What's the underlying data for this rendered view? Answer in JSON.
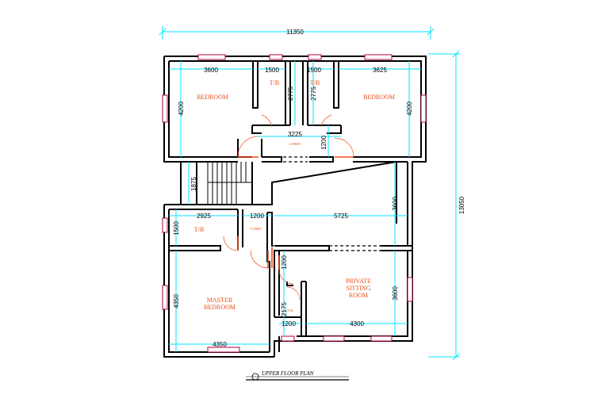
{
  "plan": {
    "title": "UPPER FLOOR PLAN",
    "overall": {
      "width": "11350",
      "depth": "13050"
    },
    "rooms": {
      "bedroom_left": "BEDROOM",
      "bedroom_right": "BEDROOM",
      "tb_1": "T/B",
      "tb_2": "T/B",
      "tb_3": "T/B",
      "lobby_top": "LOBBY",
      "lobby_mid": "LOBBY",
      "master_line1": "MASTER",
      "master_line2": "BEDROOM",
      "private_line1": "PRIVATE",
      "private_line2": "SITTING",
      "private_line3": "ROOM",
      "toilet": "TOL"
    },
    "dimensions": {
      "d3600_top": "3600",
      "d1500_a": "1500",
      "d1500_b": "1500",
      "d3625": "3625",
      "d4200_left": "4200",
      "d4200_right": "4200",
      "d2775_a": "2775",
      "d2775_b": "2775",
      "d3225": "3225",
      "d1200_lobby": "1200",
      "d1875": "1875",
      "d2925": "2925",
      "d1200_mid": "1200",
      "d5725": "5725",
      "d1500_left": "1500",
      "d3600_right_a": "3600",
      "d1200_vert": "1200",
      "d4350_vert": "4350",
      "d2175": "2175",
      "d3600_right_b": "3600",
      "d1200_bottom": "1200",
      "d4300": "4300",
      "d4350_bottom": "4350"
    }
  }
}
